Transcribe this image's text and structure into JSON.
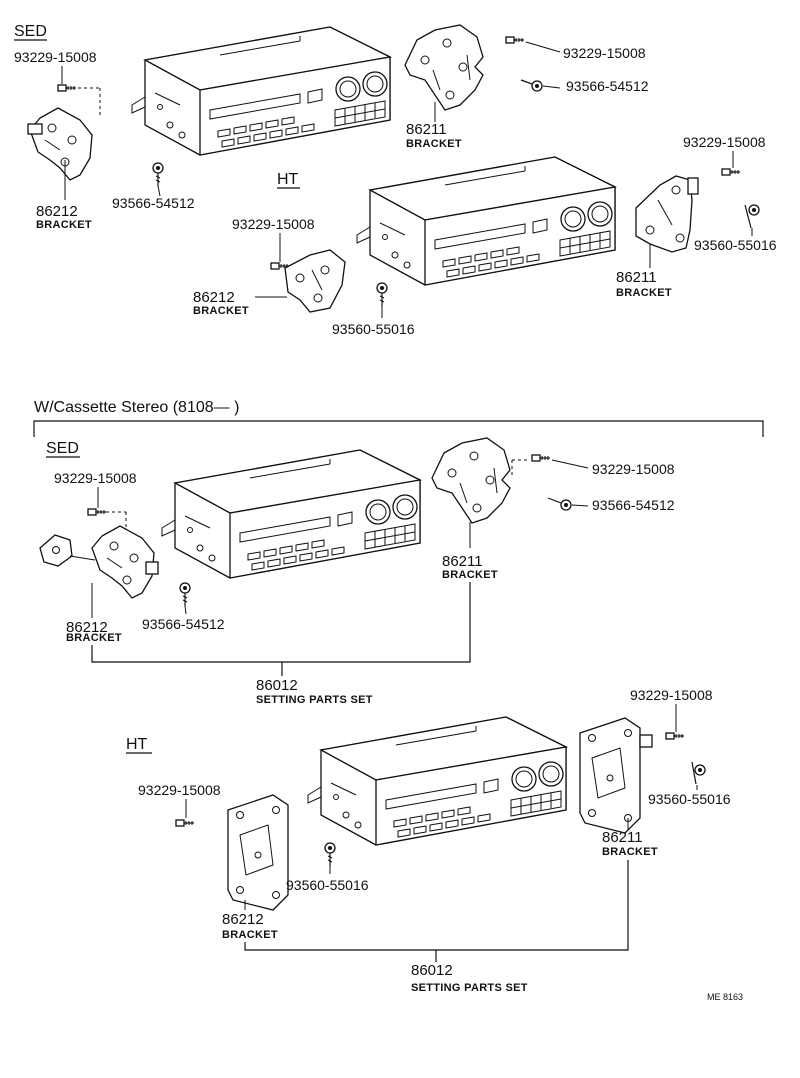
{
  "sections": {
    "sed_top": {
      "title": "SED"
    },
    "ht_top": {
      "title": "HT"
    },
    "cassette": {
      "title": "W/Cassette Stereo (8108—          )"
    },
    "sed_bottom": {
      "title": "SED"
    },
    "ht_bottom": {
      "title": "HT"
    }
  },
  "parts": {
    "screw_15008": "93229-15008",
    "screw_54512": "93566-54512",
    "screw_55016": "93560-55016",
    "bracket_86211": "86211",
    "bracket_86212": "86212",
    "bracket_word": "BRACKET",
    "set_86012": "86012",
    "set_word": "SETTING PARTS SET"
  },
  "footer": {
    "code": "ME  8163"
  }
}
